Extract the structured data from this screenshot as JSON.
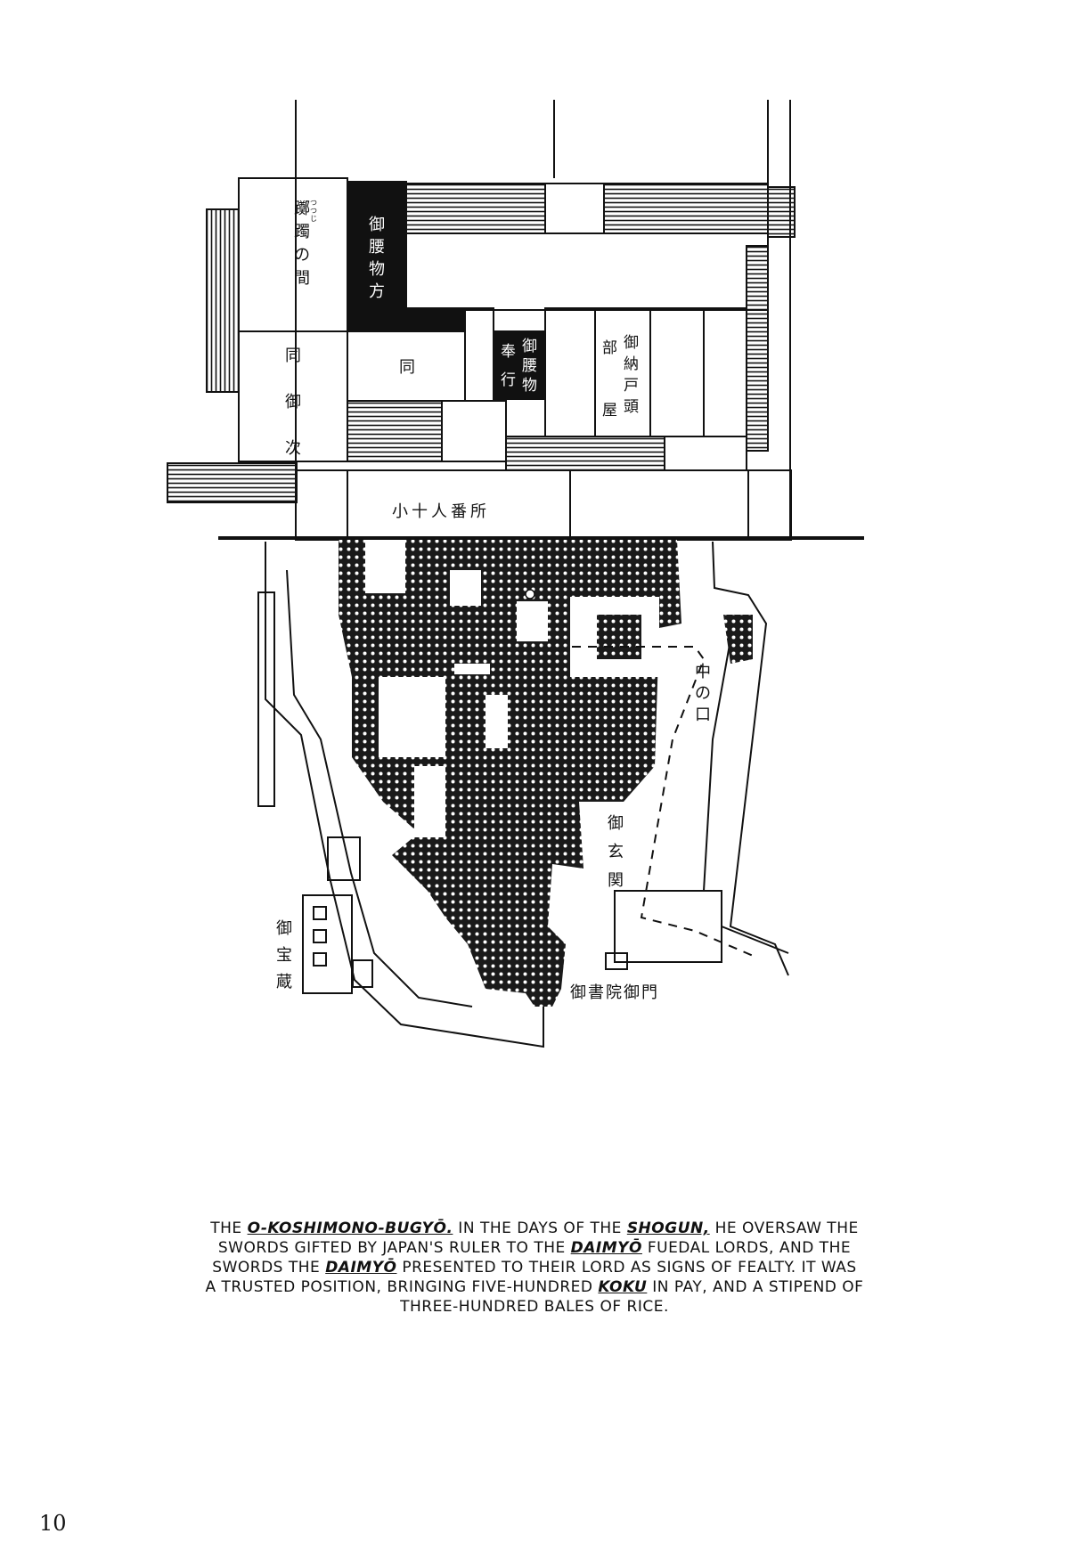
{
  "map": {
    "labels": {
      "tsutsuji_room": "躑躅の間",
      "tsutsuji_ruby": "つつじ",
      "same_tsugi": "同御次",
      "koshimono_kata": "御腰物方",
      "same": "同",
      "koshimono_bugyo": "御腰物奉行",
      "nando_gashira": "御納戸頭部屋",
      "kojunin_bansho": "小十人番所",
      "naka_no_kuchi": "中の口",
      "genkan": "御玄関",
      "hozo": "御宝蔵",
      "shoin_gomon": "御書院御門"
    }
  },
  "caption": {
    "parts": [
      {
        "t": "The ",
        "em": false
      },
      {
        "t": "O-Koshimono-Bugyō.",
        "em": true
      },
      {
        "t": " In the days of the ",
        "em": false
      },
      {
        "t": "Shogun,",
        "em": true
      },
      {
        "t": " he oversaw the swords gifted by Japan's ruler to the ",
        "em": false
      },
      {
        "t": "daimyō",
        "em": true
      },
      {
        "t": " fuedal lords, and the swords the ",
        "em": false
      },
      {
        "t": "daimyō",
        "em": true
      },
      {
        "t": " presented to their lord as signs of fealty. It was a trusted position, bringing five-hundred ",
        "em": false
      },
      {
        "t": "koku",
        "em": true
      },
      {
        "t": " in pay, and a stipend of three-hundred bales of rice.",
        "em": false
      }
    ]
  },
  "page_number": "10"
}
